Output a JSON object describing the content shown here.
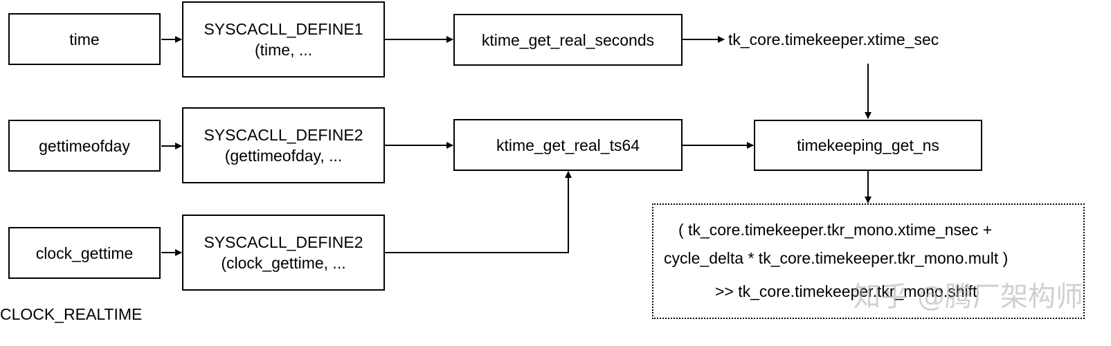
{
  "nodes": {
    "time": "time",
    "gettimeofday": "gettimeofday",
    "clock_gettime": "clock_gettime",
    "define1": {
      "line1": "SYSCACLL_DEFINE1",
      "line2": "(time, ..."
    },
    "define2_gtod": {
      "line1": "SYSCACLL_DEFINE2",
      "line2": "(gettimeofday, ..."
    },
    "define2_cgt": {
      "line1": "SYSCACLL_DEFINE2",
      "line2": "(clock_gettime, ..."
    },
    "ktime_get_real_seconds": "ktime_get_real_seconds",
    "ktime_get_real_ts64": "ktime_get_real_ts64",
    "xtime_sec": "tk_core.timekeeper.xtime_sec",
    "timekeeping_get_ns": "timekeeping_get_ns",
    "clock_realtime": "CLOCK_REALTIME"
  },
  "formula": {
    "line1": "( tk_core.timekeeper.tkr_mono.xtime_nsec +",
    "line2": "cycle_delta * tk_core.timekeeper.tkr_mono.mult )",
    "line3": ">> tk_core.timekeeper.tkr_mono.shift"
  },
  "watermark": "知乎 @腾厂架构师"
}
